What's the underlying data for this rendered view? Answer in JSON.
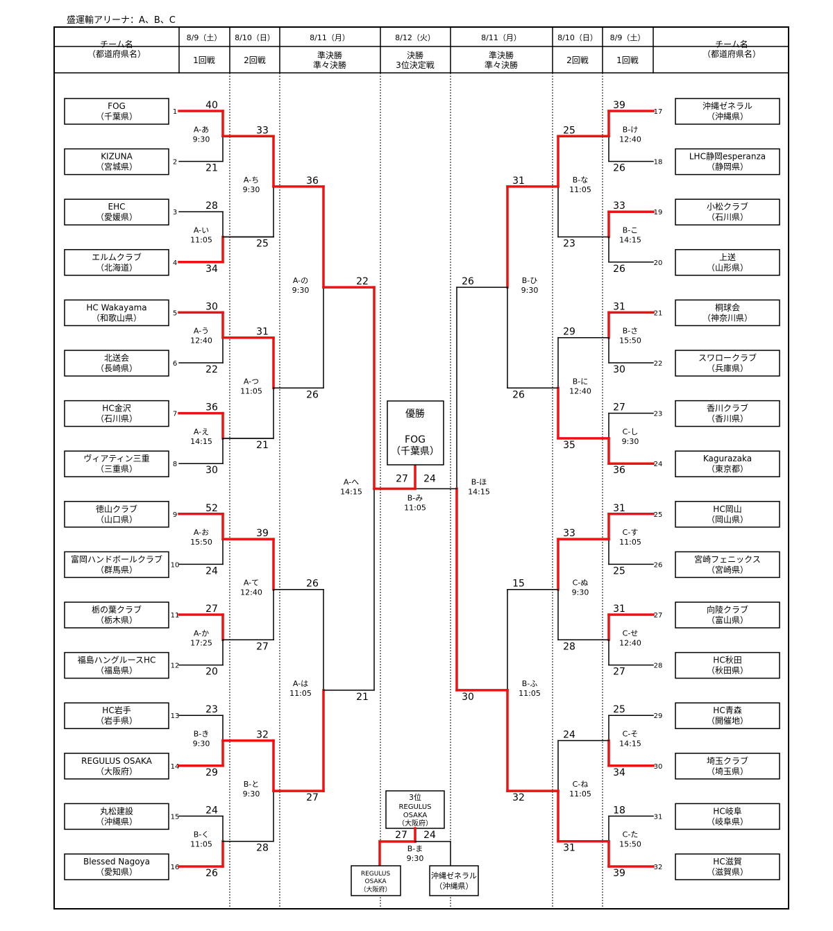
{
  "venue_title": "盛運輸アリーナ：A、B、C",
  "header": {
    "team_col_label": "チーム名",
    "team_col_sub": "（都道府県名）",
    "left_dates": [
      "8/9（土）",
      "8/10（日）",
      "8/11（月）"
    ],
    "center_date": "8/12（火）",
    "right_dates": [
      "8/11（月）",
      "8/10（日）",
      "8/9（土）"
    ],
    "left_rounds": [
      "1回戦",
      "2回戦",
      "準決勝\n準々決勝"
    ],
    "center_round": "決勝\n3位決定戦",
    "right_rounds": [
      "準決勝\n準々決勝",
      "2回戦",
      "1回戦"
    ]
  },
  "left_teams": [
    {
      "seed": "1",
      "name": "FOG",
      "pref": "（千葉県）"
    },
    {
      "seed": "2",
      "name": "KIZUNA",
      "pref": "（宮城県）"
    },
    {
      "seed": "3",
      "name": "EHC",
      "pref": "（愛媛県）"
    },
    {
      "seed": "4",
      "name": "エルムクラブ",
      "pref": "（北海道）"
    },
    {
      "seed": "5",
      "name": "HC Wakayama",
      "pref": "（和歌山県）"
    },
    {
      "seed": "6",
      "name": "北送会",
      "pref": "（長崎県）"
    },
    {
      "seed": "7",
      "name": "HC金沢",
      "pref": "（石川県）"
    },
    {
      "seed": "8",
      "name": "ヴィアティン三重",
      "pref": "（三重県）"
    },
    {
      "seed": "9",
      "name": "徳山クラブ",
      "pref": "（山口県）"
    },
    {
      "seed": "10",
      "name": "富岡ハンドボールクラブ",
      "pref": "（群馬県）"
    },
    {
      "seed": "11",
      "name": "栃の葉クラブ",
      "pref": "（栃木県）"
    },
    {
      "seed": "12",
      "name": "福島ハングルースHC",
      "pref": "（福島県）"
    },
    {
      "seed": "13",
      "name": "HC岩手",
      "pref": "（岩手県）"
    },
    {
      "seed": "14",
      "name": "REGULUS OSAKA",
      "pref": "（大阪府）"
    },
    {
      "seed": "15",
      "name": "丸松建設",
      "pref": "（沖縄県）"
    },
    {
      "seed": "16",
      "name": "Blessed Nagoya",
      "pref": "（愛知県）"
    }
  ],
  "right_teams": [
    {
      "seed": "17",
      "name": "沖縄ゼネラル",
      "pref": "（沖縄県）"
    },
    {
      "seed": "18",
      "name": "LHC静岡esperanza",
      "pref": "（静岡県）"
    },
    {
      "seed": "19",
      "name": "小松クラブ",
      "pref": "（石川県）"
    },
    {
      "seed": "20",
      "name": "上送",
      "pref": "（山形県）"
    },
    {
      "seed": "21",
      "name": "桐球会",
      "pref": "（神奈川県）"
    },
    {
      "seed": "22",
      "name": "スワロークラブ",
      "pref": "（兵庫県）"
    },
    {
      "seed": "23",
      "name": "香川クラブ",
      "pref": "（香川県）"
    },
    {
      "seed": "24",
      "name": "Kagurazaka",
      "pref": "（東京都）"
    },
    {
      "seed": "25",
      "name": "HC岡山",
      "pref": "（岡山県）"
    },
    {
      "seed": "26",
      "name": "宮崎フェニックス",
      "pref": "（宮崎県）"
    },
    {
      "seed": "27",
      "name": "向陵クラブ",
      "pref": "（富山県）"
    },
    {
      "seed": "28",
      "name": "HC秋田",
      "pref": "（秋田県）"
    },
    {
      "seed": "29",
      "name": "HC青森",
      "pref": "（開催地）"
    },
    {
      "seed": "30",
      "name": "埼玉クラブ",
      "pref": "（埼玉県）"
    },
    {
      "seed": "31",
      "name": "HC岐阜",
      "pref": "（岐阜県）"
    },
    {
      "seed": "32",
      "name": "HC滋賀",
      "pref": "（滋賀県）"
    }
  ],
  "left_r1": [
    {
      "label": "A-あ",
      "time": "9:30",
      "top": "40",
      "bottom": "21",
      "winner": "top"
    },
    {
      "label": "A-い",
      "time": "11:05",
      "top": "28",
      "bottom": "34",
      "winner": "bottom"
    },
    {
      "label": "A-う",
      "time": "12:40",
      "top": "30",
      "bottom": "22",
      "winner": "top"
    },
    {
      "label": "A-え",
      "time": "14:15",
      "top": "36",
      "bottom": "30",
      "winner": "top"
    },
    {
      "label": "A-お",
      "time": "15:50",
      "top": "52",
      "bottom": "24",
      "winner": "top"
    },
    {
      "label": "A-か",
      "time": "17:25",
      "top": "27",
      "bottom": "20",
      "winner": "top"
    },
    {
      "label": "B-き",
      "time": "9:30",
      "top": "23",
      "bottom": "29",
      "winner": "bottom"
    },
    {
      "label": "B-く",
      "time": "11:05",
      "top": "24",
      "bottom": "26",
      "winner": "bottom"
    }
  ],
  "left_r2": [
    {
      "label": "A-ち",
      "time": "9:30",
      "top": "33",
      "bottom": "25",
      "winner": "top"
    },
    {
      "label": "A-つ",
      "time": "11:05",
      "top": "31",
      "bottom": "21",
      "winner": "top"
    },
    {
      "label": "A-て",
      "time": "12:40",
      "top": "39",
      "bottom": "27",
      "winner": "top"
    },
    {
      "label": "B-と",
      "time": "9:30",
      "top": "32",
      "bottom": "28",
      "winner": "top"
    }
  ],
  "left_qf": [
    {
      "label": "A-の",
      "time": "9:30",
      "top": "36",
      "bottom": "26",
      "winner": "top"
    },
    {
      "label": "A-は",
      "time": "11:05",
      "top": "26",
      "bottom": "27",
      "winner": "bottom"
    }
  ],
  "left_sf": {
    "label": "A-へ",
    "time": "14:15",
    "top": "22",
    "bottom": "21",
    "winner": "top"
  },
  "right_r1": [
    {
      "label": "B-け",
      "time": "12:40",
      "top": "39",
      "bottom": "26",
      "winner": "top"
    },
    {
      "label": "B-こ",
      "time": "14:15",
      "top": "33",
      "bottom": "26",
      "winner": "top"
    },
    {
      "label": "B-さ",
      "time": "15:50",
      "top": "31",
      "bottom": "30",
      "winner": "top"
    },
    {
      "label": "C-し",
      "time": "9:30",
      "top": "27",
      "bottom": "36",
      "winner": "bottom"
    },
    {
      "label": "C-す",
      "time": "11:05",
      "top": "31",
      "bottom": "25",
      "winner": "top"
    },
    {
      "label": "C-せ",
      "time": "12:40",
      "top": "31",
      "bottom": "27",
      "winner": "top"
    },
    {
      "label": "C-そ",
      "time": "14:15",
      "top": "25",
      "bottom": "34",
      "winner": "bottom"
    },
    {
      "label": "C-た",
      "time": "15:50",
      "top": "18",
      "bottom": "39",
      "winner": "bottom"
    }
  ],
  "right_r2": [
    {
      "label": "B-な",
      "time": "11:05",
      "top": "25",
      "bottom": "23",
      "winner": "top"
    },
    {
      "label": "B-に",
      "time": "12:40",
      "top": "29",
      "bottom": "35",
      "winner": "bottom"
    },
    {
      "label": "C-ぬ",
      "time": "9:30",
      "top": "33",
      "bottom": "28",
      "winner": "top"
    },
    {
      "label": "C-ね",
      "time": "11:05",
      "top": "24",
      "bottom": "31",
      "winner": "bottom"
    }
  ],
  "right_qf": [
    {
      "label": "B-ひ",
      "time": "9:30",
      "top": "31",
      "bottom": "26",
      "winner": "top"
    },
    {
      "label": "B-ふ",
      "time": "11:05",
      "top": "15",
      "bottom": "32",
      "winner": "bottom"
    }
  ],
  "right_sf": {
    "label": "B-ほ",
    "time": "14:15",
    "top": "26",
    "bottom": "30",
    "winner": "bottom"
  },
  "final": {
    "label": "B-み",
    "time": "11:05",
    "left_score": "27",
    "right_score": "24"
  },
  "champion": {
    "title": "優勝",
    "name": "FOG",
    "pref": "（千葉県）"
  },
  "third_match": {
    "label": "B-ま",
    "time": "9:30",
    "left_score": "27",
    "right_score": "24"
  },
  "third_place": {
    "title": "3位",
    "name_line1": "REGULUS",
    "name_line2": "OSAKA",
    "pref": "（大阪府）"
  },
  "third_left_team": {
    "name_line1": "REGULUS",
    "name_line2": "OSAKA",
    "pref": "（大阪府）"
  },
  "third_right_team": {
    "name": "沖縄ゼネラル",
    "pref": "（沖縄県）"
  },
  "colors": {
    "winner_line": "#ee1111",
    "line": "#000000"
  }
}
